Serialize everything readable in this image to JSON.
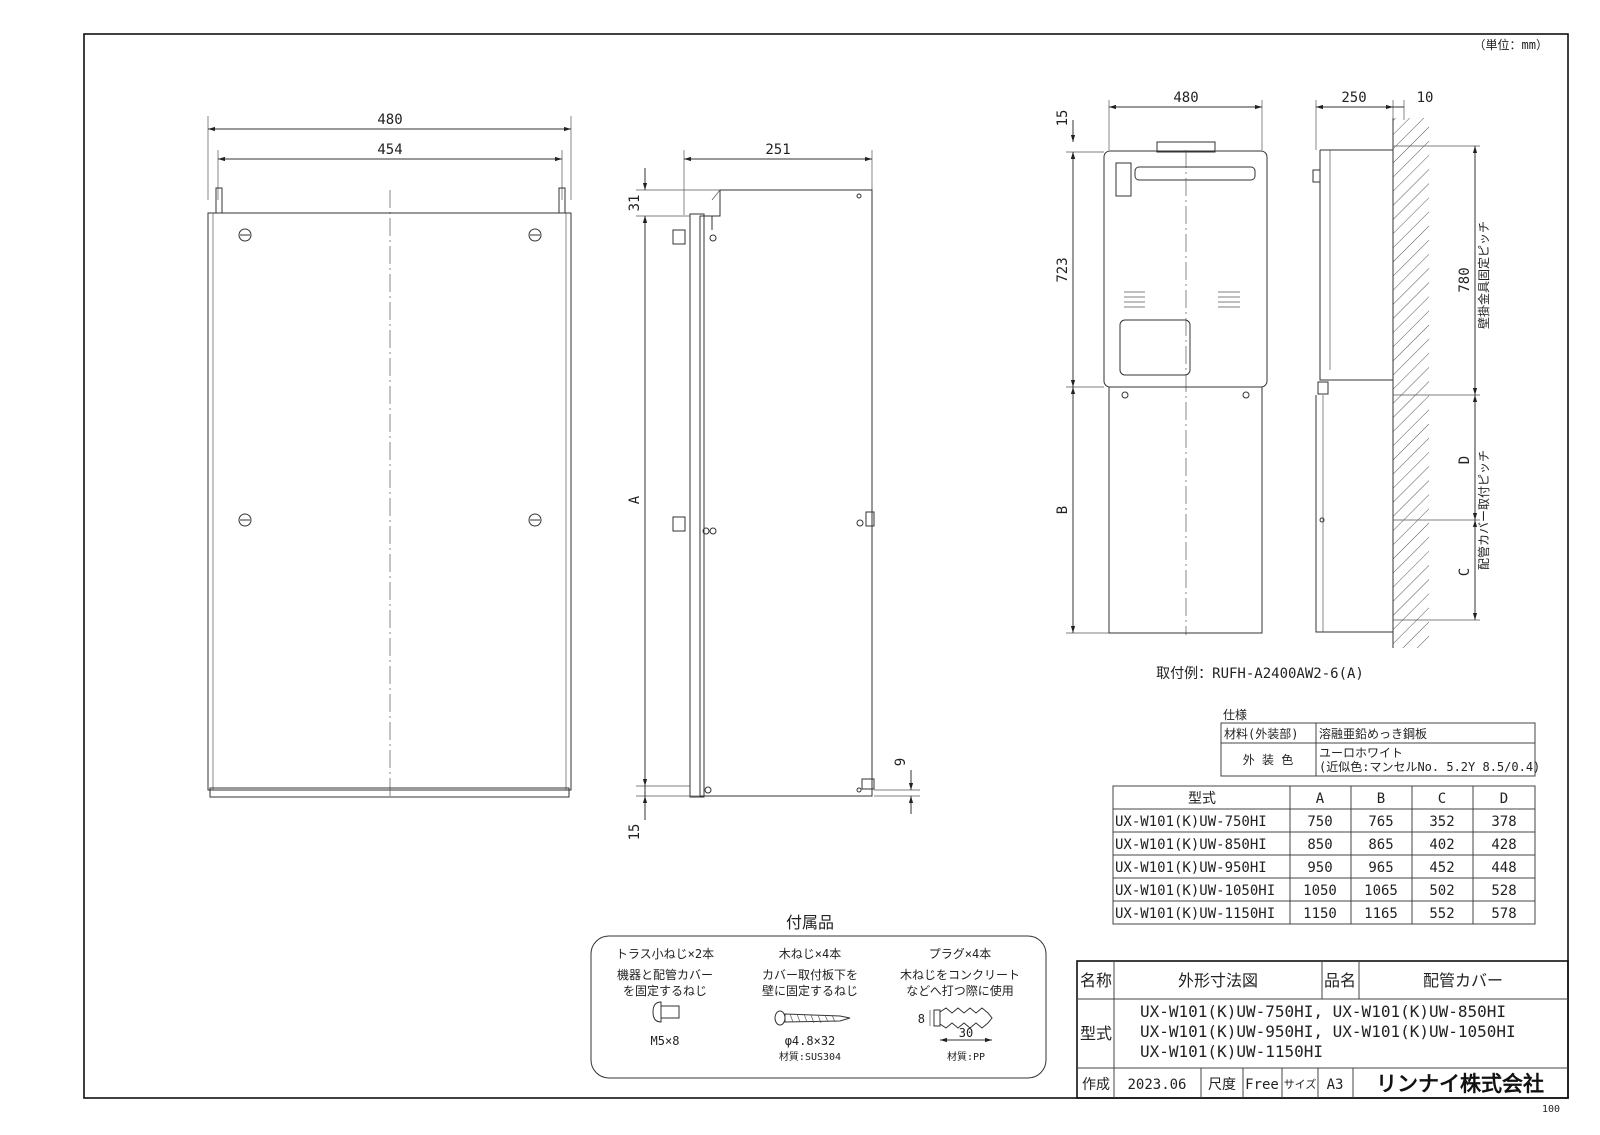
{
  "unit_note": "（単位：mm）",
  "page_number": "100",
  "front_view": {
    "dim_outer": "480",
    "dim_inner": "454"
  },
  "side_view": {
    "dim_depth": "251",
    "dim_top": "31",
    "dim_height": "A",
    "dim_bottom_small": "9",
    "dim_bottom": "15"
  },
  "example_view": {
    "dim_width": "480",
    "dim_top": "15",
    "dim_unit_height": "723",
    "dim_cover_height": "B",
    "dim_depth": "250",
    "dim_gap": "10",
    "dim_bracket_pitch": "780",
    "bracket_label": "壁掛金具固定ピッチ",
    "dim_d": "D",
    "dim_c": "C",
    "cover_pitch_label": "配管カバー取付ピッチ",
    "caption": "取付例：RUFH-A2400AW2-6(A)"
  },
  "spec": {
    "title": "仕様",
    "rows": [
      {
        "label": "材料(外装部)",
        "value": "溶融亜鉛めっき鋼板",
        "value2": ""
      },
      {
        "label": "外 装 色",
        "value": "ユーロホワイト",
        "value2": "(近似色:マンセルNo. 5.2Y 8.5/0.4)"
      }
    ]
  },
  "model_table": {
    "headers": [
      "型式",
      "A",
      "B",
      "C",
      "D"
    ],
    "rows": [
      [
        "UX-W101(K)UW-750HI",
        "750",
        "765",
        "352",
        "378"
      ],
      [
        "UX-W101(K)UW-850HI",
        "850",
        "865",
        "402",
        "428"
      ],
      [
        "UX-W101(K)UW-950HI",
        "950",
        "965",
        "452",
        "448"
      ],
      [
        "UX-W101(K)UW-1050HI",
        "1050",
        "1065",
        "502",
        "528"
      ],
      [
        "UX-W101(K)UW-1150HI",
        "1150",
        "1165",
        "552",
        "578"
      ]
    ]
  },
  "accessories": {
    "title": "付属品",
    "items": [
      {
        "name": "トラス小ねじ×2本",
        "desc1": "機器と配管カバー",
        "desc2": "を固定するねじ",
        "size": "M5×8",
        "material": ""
      },
      {
        "name": "木ねじ×4本",
        "desc1": "カバー取付板下を",
        "desc2": "壁に固定するねじ",
        "size": "φ4.8×32",
        "material": "材質:SUS304"
      },
      {
        "name": "プラグ×4本",
        "desc1": "木ねじをコンクリート",
        "desc2": "などへ打つ際に使用",
        "size": "",
        "material": "材質:PP",
        "dim_len": "30",
        "dim_dia": "8"
      }
    ]
  },
  "title_block": {
    "name_label": "名称",
    "name_value": "外形寸法図",
    "product_label": "品名",
    "product_value": "配管カバー",
    "model_label": "型式",
    "model_lines": [
      "UX-W101(K)UW-750HI, UX-W101(K)UW-850HI",
      "UX-W101(K)UW-950HI, UX-W101(K)UW-1050HI",
      "UX-W101(K)UW-1150HI"
    ],
    "made_label": "作成",
    "made_value": "2023.06",
    "scale_label": "尺度",
    "scale_value": "Free",
    "size_label": "サイズ",
    "size_value": "A3",
    "company": "リンナイ株式会社"
  }
}
